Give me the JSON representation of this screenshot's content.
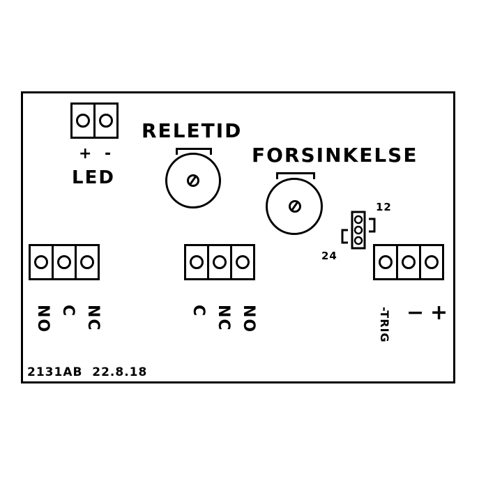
{
  "labels": {
    "releid": "RELETID",
    "forsinkelse": "FORSINKELSE",
    "led": "LED",
    "led_plus": "+",
    "led_minus": "-",
    "jumper_top": "12",
    "jumper_bottom": "24",
    "trig": "-TRIG",
    "right_minus": "−",
    "right_plus": "+",
    "footer": "2131AB  22.8.18"
  },
  "terminals": {
    "left": [
      "NO",
      "C",
      "NC"
    ],
    "middle": [
      "C",
      "NC",
      "NO"
    ]
  },
  "colors": {
    "ink": "#000000",
    "paper": "#ffffff"
  }
}
